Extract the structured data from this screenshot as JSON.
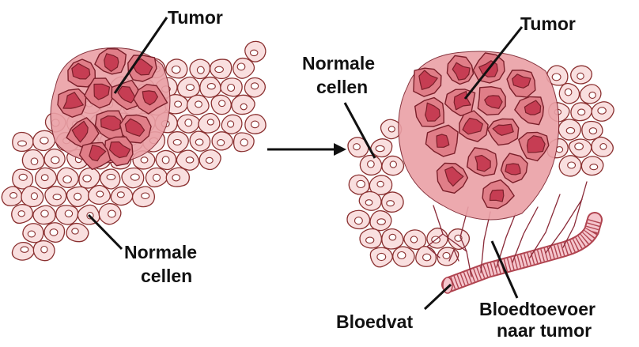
{
  "labels": {
    "left_tumor": "Tumor",
    "left_normal_line1": "Normale",
    "left_normal_line2": "cellen",
    "right_tumor": "Tumor",
    "right_normal_line1": "Normale",
    "right_normal_line2": "cellen",
    "blood_vessel": "Bloedvat",
    "blood_supply_line1": "Bloedtoevoer",
    "blood_supply_line2": "naar tumor"
  },
  "colors": {
    "normal_cell_fill": "#f9dfdf",
    "normal_cell_stroke": "#8a3030",
    "nucleus_fill": "#ffffff",
    "tumor_cell_fill": "#e07e88",
    "tumor_cell_stroke": "#7a1f2a",
    "tumor_nucleus_fill": "#c63d53",
    "halo_fill": "#eaa0a6",
    "vessel_fill": "#f5c6cd",
    "vessel_stroke": "#b04450",
    "leader_line": "#111111"
  },
  "icons": {
    "arrow": "right-arrow-icon"
  }
}
